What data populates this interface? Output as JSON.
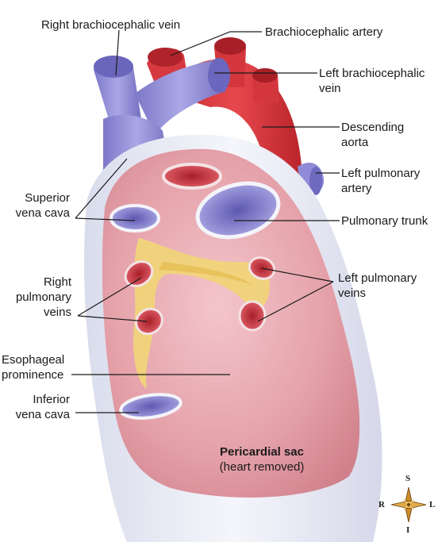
{
  "labels": {
    "right_brachiocephalic_vein": "Right brachiocephalic vein",
    "brachiocephalic_artery": "Brachiocephalic artery",
    "left_brachiocephalic_vein": "Left brachiocephalic\nvein",
    "descending_aorta": "Descending\naorta",
    "left_pulmonary_artery": "Left pulmonary\nartery",
    "superior_vena_cava": "Superior\nvena cava",
    "pulmonary_trunk": "Pulmonary trunk",
    "right_pulmonary_veins": "Right\npulmonary\nveins",
    "left_pulmonary_veins": "Left pulmonary\nveins",
    "esophageal_prominence": "Esophageal\nprominence",
    "inferior_vena_cava": "Inferior\nvena cava",
    "pericardial_sac": "Pericardial sac",
    "heart_removed": "(heart removed)"
  },
  "compass": {
    "s": "S",
    "i": "I",
    "r": "R",
    "l": "L"
  },
  "colors": {
    "vein": "#8f8bd6",
    "artery": "#d8343a",
    "sac_interior": "#e8a6ad",
    "fat": "#f0d47a",
    "sac_edge": "#eef0f8"
  }
}
